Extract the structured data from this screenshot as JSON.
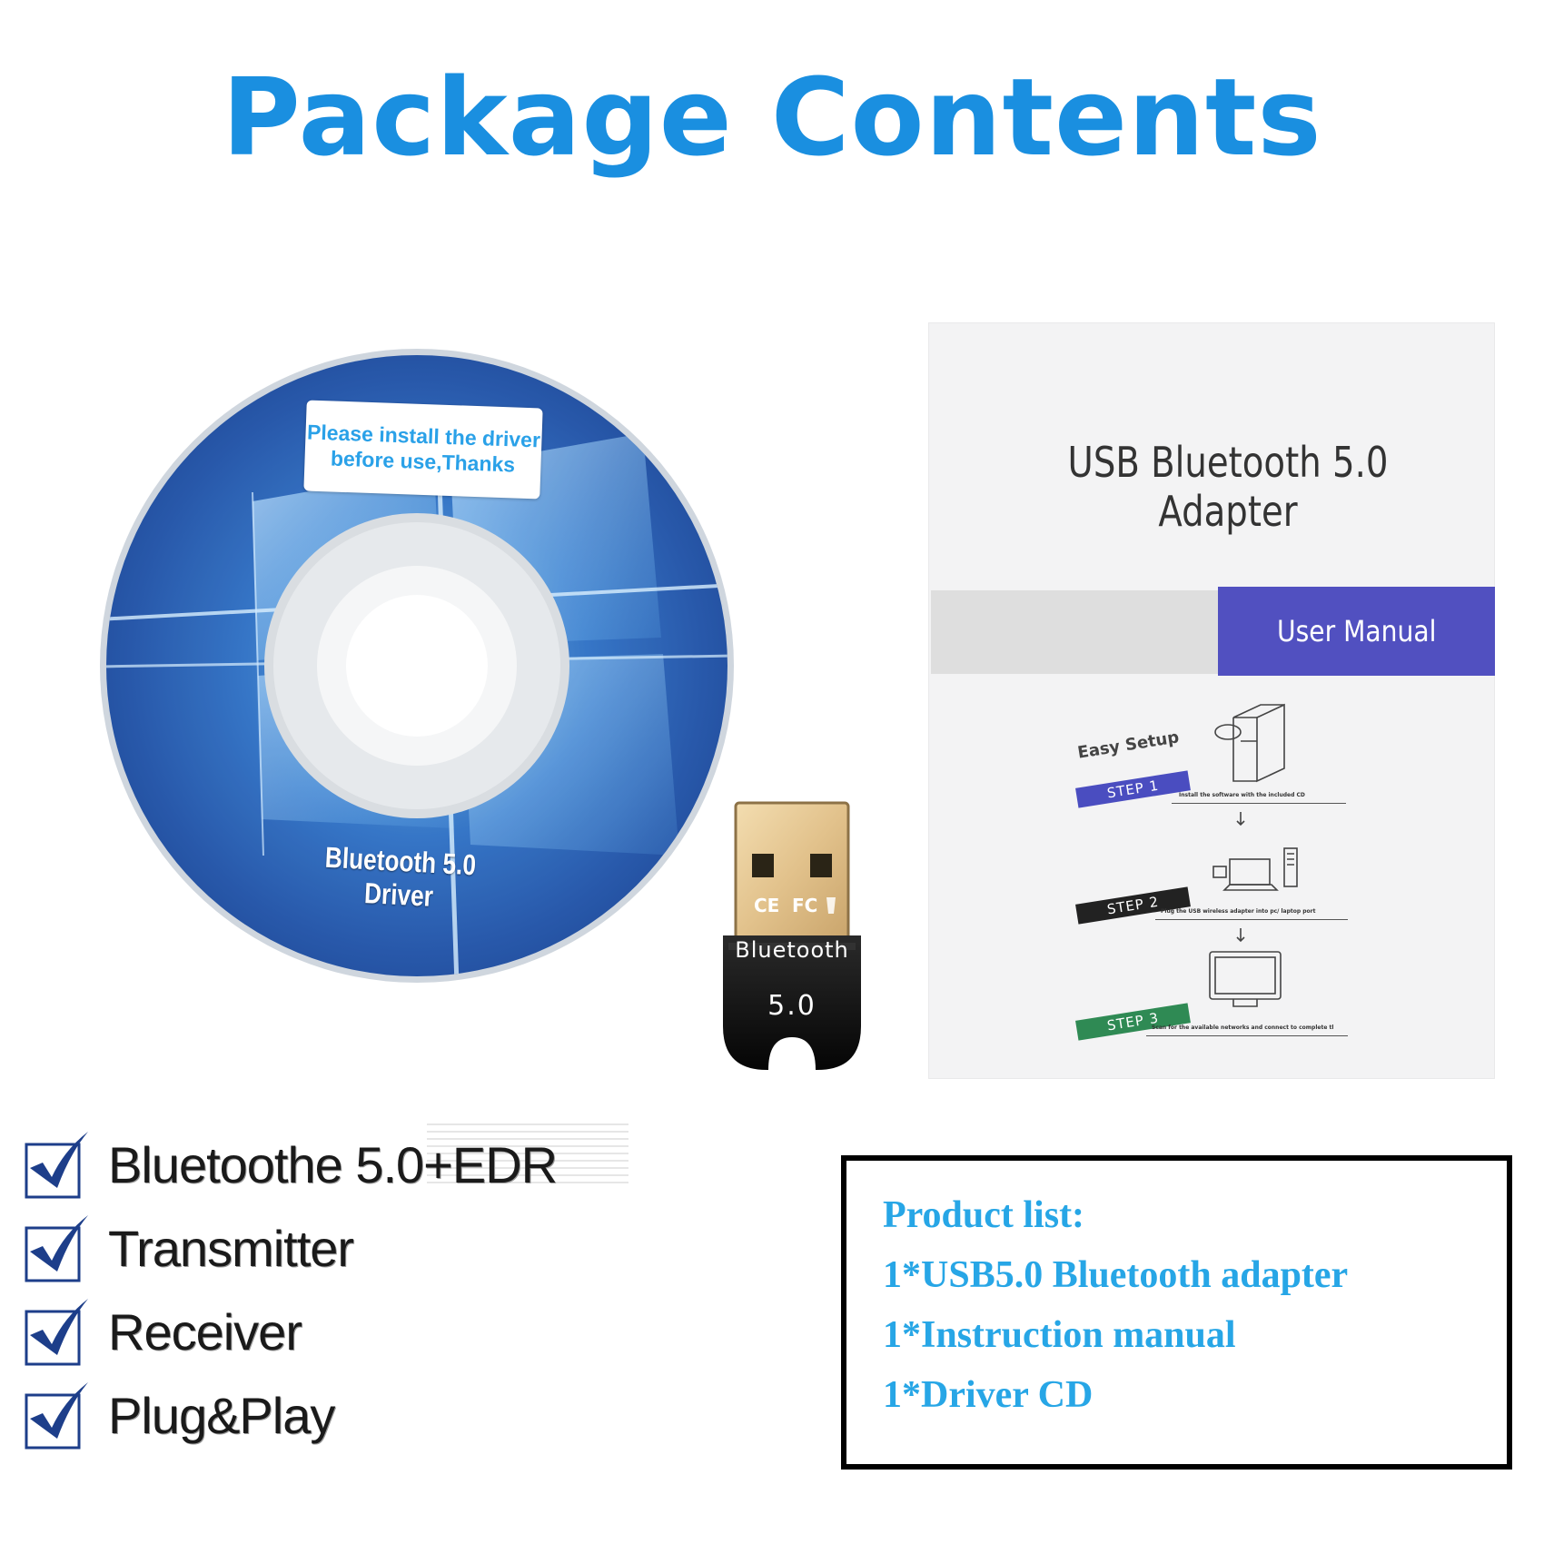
{
  "title": "Package Contents",
  "cd": {
    "sticker_line1": "Please install the driver",
    "sticker_line2": "before use,Thanks",
    "label": "Bluetooth 5.0 Driver"
  },
  "dongle": {
    "brand": "Bluetooth",
    "version": "5.0",
    "marks": [
      "CE",
      "FC"
    ]
  },
  "manual": {
    "title": "USB Bluetooth 5.0 Adapter",
    "band": "User Manual",
    "easy_setup": "Easy Setup",
    "steps": [
      {
        "label": "STEP 1",
        "desc": "Install the software with the included CD"
      },
      {
        "label": "STEP 2",
        "desc": "Plug the USB wireless adapter into pc/ laptop port"
      },
      {
        "label": "STEP 3",
        "desc": "Scan for the available networks and connect to complete the setup"
      }
    ]
  },
  "features": [
    "Bluetoothe 5.0+EDR",
    "Transmitter",
    "Receiver",
    "Plug&Play"
  ],
  "product_list": {
    "heading": "Product list:",
    "items": [
      "1*USB5.0 Bluetooth adapter",
      "1*Instruction manual",
      "1*Driver CD"
    ]
  },
  "colors": {
    "title_blue": "#1a8fe0",
    "list_blue": "#27a6e6",
    "manual_band": "#5150c0",
    "check_blue": "#1d3e8a"
  }
}
